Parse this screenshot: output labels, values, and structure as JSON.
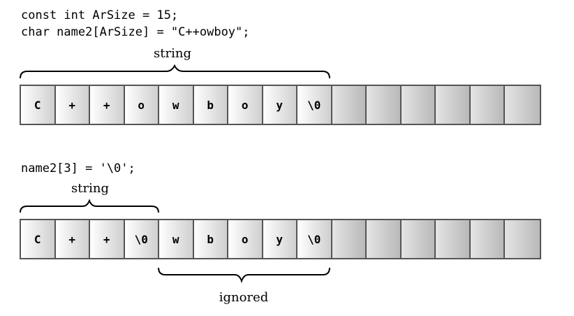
{
  "code": {
    "line1": "const int ArSize = 15;",
    "line2": "char name2[ArSize] = \"C++owboy\";",
    "line3": "name2[3] = '\\0';"
  },
  "labels": {
    "string_top": "string",
    "string_bottom": "string",
    "ignored": "ignored"
  },
  "array_top": {
    "cells": [
      "C",
      "+",
      "+",
      "o",
      "w",
      "b",
      "o",
      "y",
      "\\0",
      "",
      "",
      "",
      "",
      "",
      ""
    ]
  },
  "array_bottom": {
    "cells": [
      "C",
      "+",
      "+",
      "\\0",
      "w",
      "b",
      "o",
      "y",
      "\\0",
      "",
      "",
      "",
      "",
      "",
      ""
    ]
  },
  "colors": {
    "cell_border": "#555555",
    "used_light": "#ffffff",
    "used_dark": "#cfcfcf",
    "unused_light": "#e4e4e4",
    "unused_dark": "#b9b9b9"
  }
}
